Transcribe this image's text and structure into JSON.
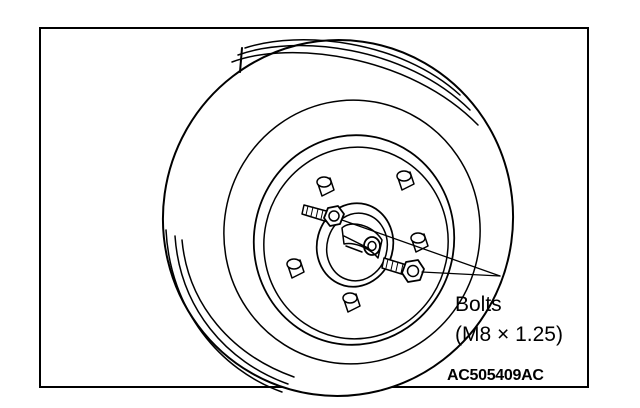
{
  "callout": {
    "line1": "Bolts",
    "line2": "(M8 × 1.25)"
  },
  "figure_code": "AC505409AC",
  "colors": {
    "ink": "#000000",
    "paper": "#ffffff"
  }
}
